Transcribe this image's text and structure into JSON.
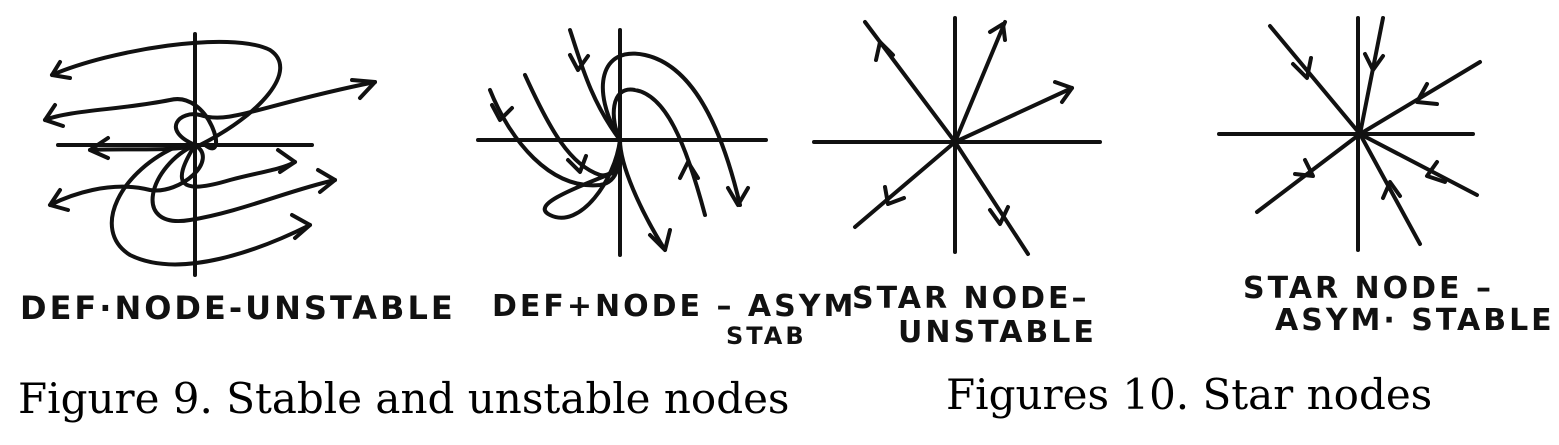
{
  "diagrams": [
    {
      "id": "degenerate-node-unstable",
      "label": "DEF·NODE-UNSTABLE"
    },
    {
      "id": "degenerate-node-asymptotically-stable",
      "label_line1": "DEF+NODE – ASYM",
      "label_line2": "STAB"
    },
    {
      "id": "star-node-unstable",
      "label_line1": "STAR NODE–",
      "label_line2": "UNSTABLE"
    },
    {
      "id": "star-node-asymptotically-stable",
      "label_line1": "STAR NODE –",
      "label_line2": "ASYM· STABLE"
    }
  ],
  "captions": {
    "left": "Figure 9. Stable and unstable nodes",
    "right": "Figures 10. Star nodes"
  }
}
